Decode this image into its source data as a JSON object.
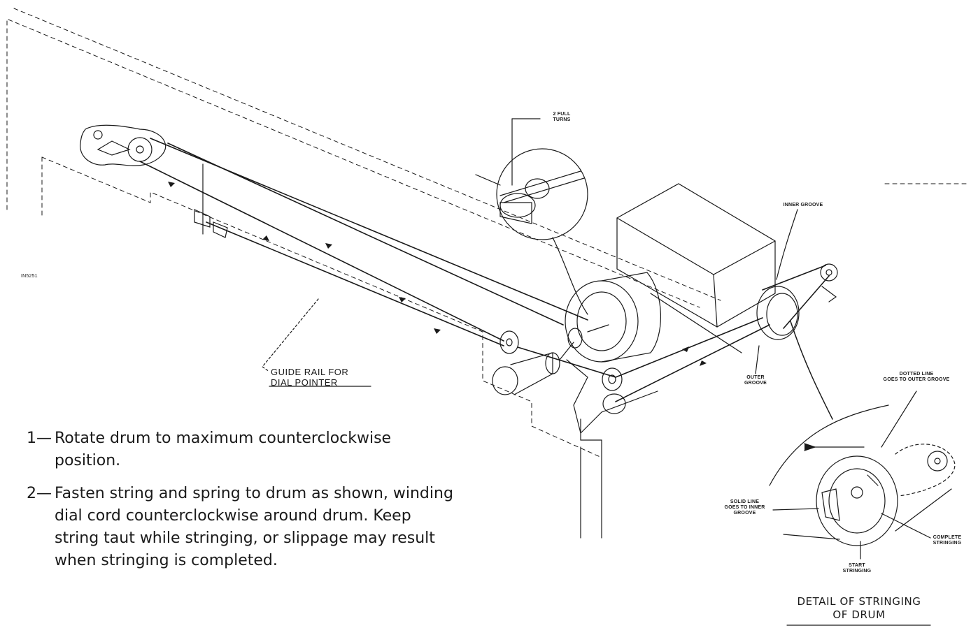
{
  "figure_id": "IN5251",
  "callouts": {
    "two_full_turns": [
      "2 FULL",
      "TURNS"
    ],
    "inner_groove": "INNER GROOVE",
    "outer_groove": [
      "OUTER",
      "GROOVE"
    ],
    "guide_rail": [
      "GUIDE RAIL FOR",
      "DIAL POINTER"
    ],
    "dotted_line": [
      "DOTTED LINE",
      "GOES TO OUTER GROOVE"
    ],
    "solid_line": [
      "SOLID LINE",
      "GOES TO INNER",
      "GROOVE"
    ],
    "complete_stringing": [
      "COMPLETE",
      "STRINGING"
    ],
    "start_stringing": [
      "START",
      "STRINGING"
    ]
  },
  "detail_caption": [
    "DETAIL OF STRINGING",
    "OF DRUM"
  ],
  "instructions": [
    {
      "number": "1—",
      "text": "Rotate drum to maximum counterclockwise position."
    },
    {
      "number": "2—",
      "text": "Fasten string and spring to drum as shown, winding dial cord counterclockwise around drum. Keep string taut while stringing, or slippage may result when stringing is completed."
    }
  ]
}
